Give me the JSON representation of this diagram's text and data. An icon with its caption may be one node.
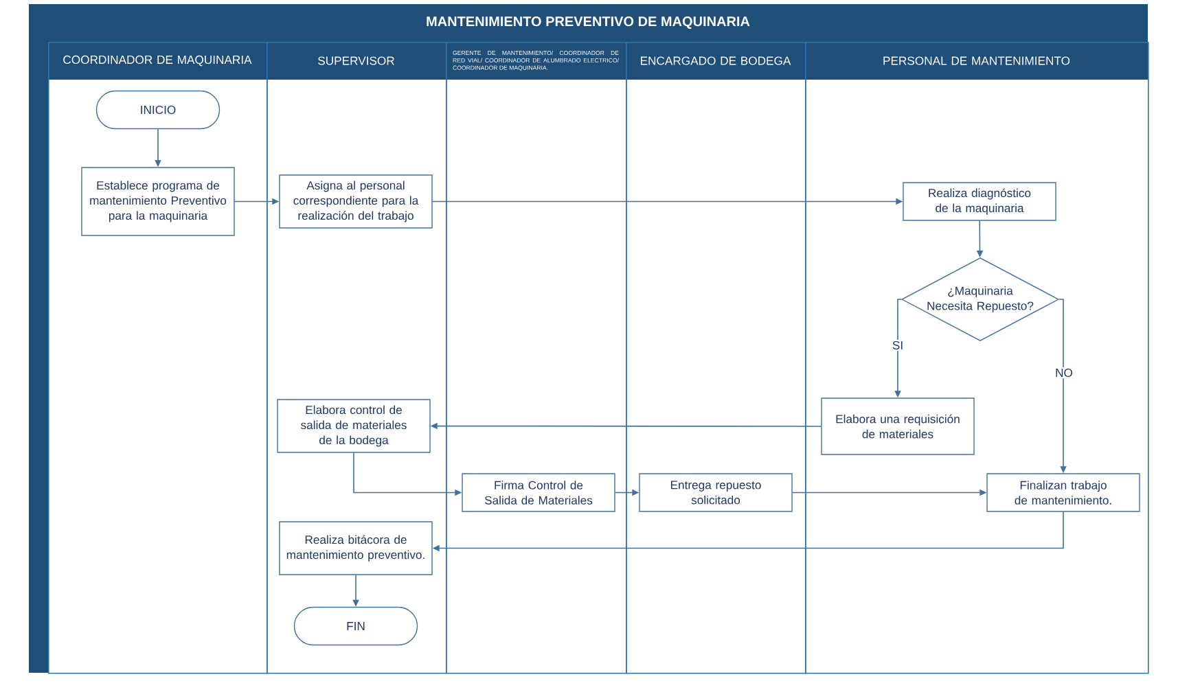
{
  "diagram": {
    "title": "MANTENIMIENTO PREVENTIVO DE MAQUINARIA",
    "nodes": [
      {
        "text": [
          "COORDINADOR DE MAQUINARIA"
        ]
      },
      {
        "text": [
          "SUPERVISOR"
        ]
      },
      {
        "text": [
          "GERENTE DE MANTENIMIENTO/ COORDINADOR DE RED VIAL/ COORDINADOR DE ALUMBRADO ELECTRICO/ COORDINADOR DE MAQUINARIA."
        ]
      },
      {
        "text": [
          "ENCARGADO DE BODEGA"
        ]
      },
      {
        "text": [
          "PERSONAL DE MANTENIMIENTO"
        ]
      },
      {
        "text": [
          "INICIO"
        ],
        "in": 0
      },
      {
        "text": [
          "Establece programa de mantenimiento Preventivo para la maquinaria"
        ],
        "in": 0
      },
      {
        "text": [
          "Asigna al personal correspondiente para la realización del trabajo"
        ],
        "in": 1
      },
      {
        "text": [
          "Realiza diagnóstico de la maquinaria"
        ],
        "in": 4
      },
      {
        "text": [
          "¿Maquinaria Necesita Repuesto?"
        ],
        "in": 4
      },
      {
        "text": [
          "Elabora una requisición de materiales"
        ],
        "in": 4
      },
      {
        "text": [
          "Elabora control de salida de materiales de la bodega"
        ],
        "in": 1
      },
      {
        "text": [
          "Firma Control de Salida de Materiales"
        ],
        "in": 2
      },
      {
        "text": [
          "Entrega repuesto solicitado"
        ],
        "in": 3
      },
      {
        "text": [
          "Finalizan trabajo de mantenimiento."
        ],
        "in": 4
      },
      {
        "text": [
          "Realiza  bitácora de mantenimiento preventivo."
        ],
        "in": 1
      },
      {
        "text": [
          "FIN"
        ],
        "in": 1
      }
    ],
    "edges": [
      {
        "from": 5,
        "to": 6,
        "arrow": "to"
      },
      {
        "from": 6,
        "to": 7,
        "arrow": "to"
      },
      {
        "from": 7,
        "to": 8,
        "arrow": "to"
      },
      {
        "from": 8,
        "to": 9,
        "arrow": "to"
      },
      {
        "from": 9,
        "to": 10,
        "arrow": "to",
        "label": "SI"
      },
      {
        "from": 9,
        "to": 14,
        "arrow": "to",
        "label": "NO"
      },
      {
        "from": 10,
        "to": 11,
        "arrow": "to"
      },
      {
        "from": 11,
        "to": 12,
        "arrow": "to"
      },
      {
        "from": 12,
        "to": 13,
        "arrow": "to"
      },
      {
        "from": 13,
        "to": 14,
        "arrow": "to"
      },
      {
        "from": 14,
        "to": 15,
        "arrow": "to"
      },
      {
        "from": 15,
        "to": 16,
        "arrow": "to"
      }
    ]
  }
}
